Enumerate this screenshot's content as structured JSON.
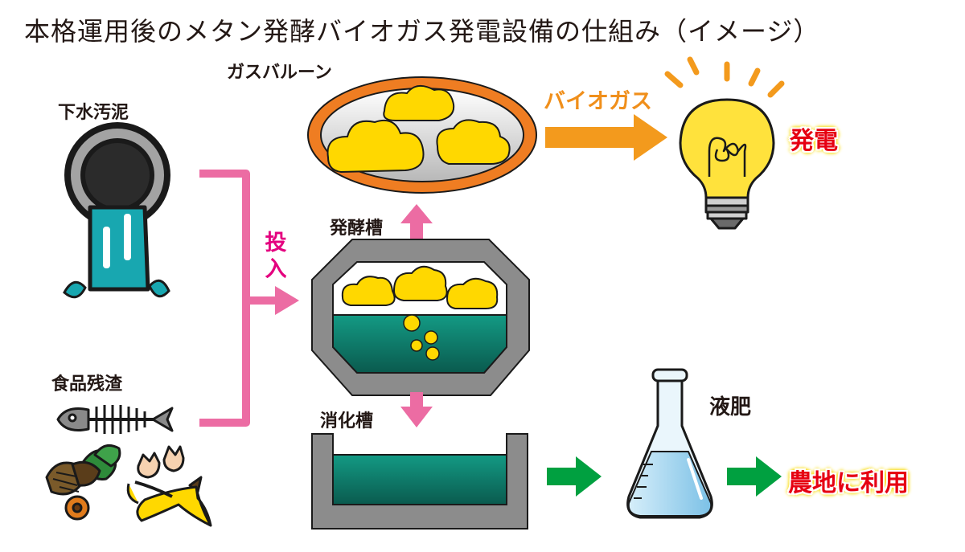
{
  "title": "本格運用後のメタン発酵バイオガス発電設備の仕組み（イメージ）",
  "labels": {
    "gas_balloon": "ガスバルーン",
    "sewage_sludge": "下水汚泥",
    "food_waste": "食品残渣",
    "input": "投入",
    "biogas": "バイオガス",
    "power_generation": "発電",
    "fermentation_tank": "発酵槽",
    "digestion_tank": "消化槽",
    "liquid_fertilizer": "液肥",
    "farmland_use": "農地に利用"
  },
  "colors": {
    "balloon_ring": "#ef7d22",
    "biogas_arrow": "#f39a1d",
    "input_arrow": "#ec6ca3",
    "output_arrow": "#00a040",
    "gas_cloud": "#ffd800",
    "liquid": "#0e7d6b",
    "tank_wall": "#8c8c8c",
    "pipe_water": "#1aa8b0",
    "flask_liquid": "#a9d8f0",
    "bulb": "#ffe23c"
  },
  "icons": [
    "sewer-pipe-icon",
    "fish-bone-icon",
    "vegetable-scraps-icon",
    "egg-shell-icon",
    "banana-peel-icon",
    "light-bulb-icon",
    "flask-icon"
  ]
}
